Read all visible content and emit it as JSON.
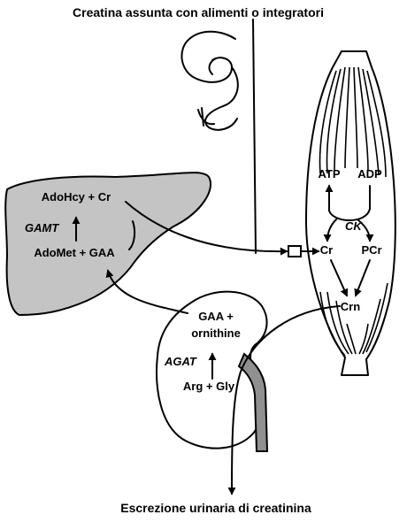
{
  "labels": {
    "title_top": "Creatina assunta con alimenti o integratori",
    "title_bottom": "Escrezione urinaria di creatinina",
    "liver_top": "AdoHcy + Cr",
    "liver_enzyme": "GAMT",
    "liver_bottom": "AdoMet + GAA",
    "kidney_top_line1": "GAA +",
    "kidney_top_line2": "ornithine",
    "kidney_enzyme": "AGAT",
    "kidney_bottom": "Arg + Gly",
    "muscle_atp": "ATP",
    "muscle_adp": "ADP",
    "muscle_enzyme": "CK",
    "muscle_cr": "Cr",
    "muscle_pcr": "PCr",
    "muscle_crn": "Crn"
  },
  "colors": {
    "liver_fill": "#c4c4c4",
    "ureter_fill": "#909090",
    "ink": "#000000"
  }
}
